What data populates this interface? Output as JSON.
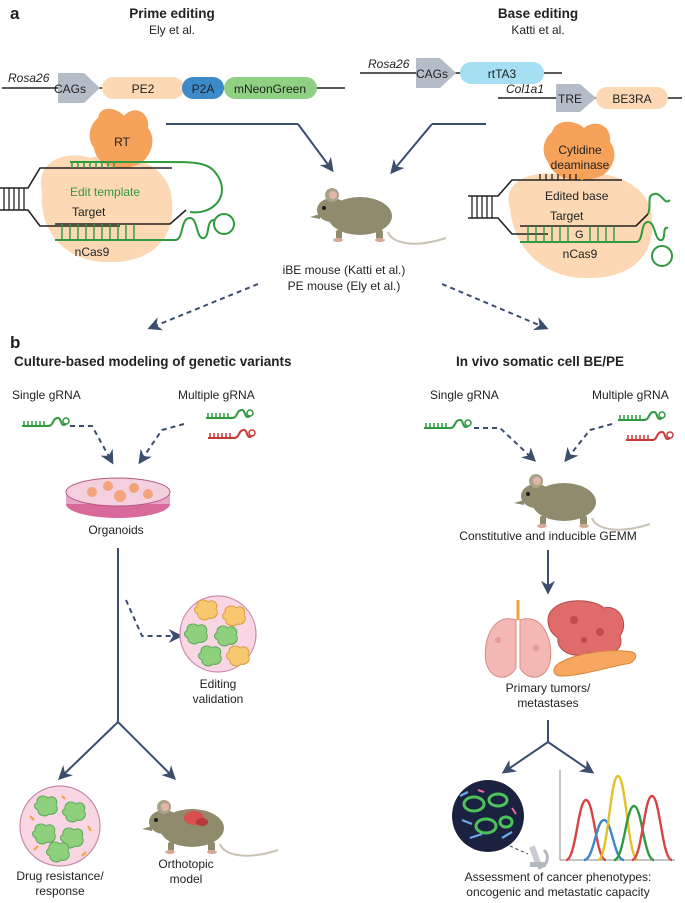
{
  "panel_a": {
    "letter": "a",
    "prime": {
      "title": "Prime editing",
      "citation": "Ely et al.",
      "locus": "Rosa26",
      "promoter": "CAGs",
      "blocks": [
        "PE2",
        "P2A",
        "mNeonGreen"
      ],
      "rt": "RT",
      "edit_template": "Edit template",
      "target": "Target",
      "ncas9": "nCas9"
    },
    "base": {
      "title": "Base editing",
      "citation": "Katti et al.",
      "locus1": "Rosa26",
      "promoter1": "CAGs",
      "block1": "rtTA3",
      "locus2": "Col1a1",
      "promoter2": "TRE",
      "block2": "BE3RA",
      "deaminase_line1": "Cytidine",
      "deaminase_line2": "deaminase",
      "edited_base": "Edited base",
      "target": "Target",
      "base_letter": "G",
      "ncas9": "nCas9"
    },
    "mouse_line1": "iBE mouse (Katti et al.)",
    "mouse_line2": "PE mouse (Ely et al.)"
  },
  "panel_b": {
    "letter": "b",
    "left": {
      "title": "Culture-based modeling of genetic variants",
      "single": "Single gRNA",
      "multiple": "Multiple gRNA",
      "organoids": "Organoids",
      "validation_line1": "Editing",
      "validation_line2": "validation",
      "drug_line1": "Drug resistance/",
      "drug_line2": "response",
      "orthotopic_line1": "Orthotopic",
      "orthotopic_line2": "model"
    },
    "right": {
      "title": "In vivo somatic cell BE/PE",
      "single": "Single gRNA",
      "multiple": "Multiple gRNA",
      "gemm": "Constitutive and inducible GEMM",
      "tumors_line1": "Primary tumors/",
      "tumors_line2": "metastases",
      "assess_line1": "Assessment of cancer phenotypes:",
      "assess_line2": "oncogenic and metastatic capacity"
    }
  },
  "colors": {
    "orange_block": "#fcd8b4",
    "blue_block": "#3d8ac9",
    "green_block": "#8fd082",
    "cyan_block": "#a6def4",
    "gray_arrow": "#b4bcc8",
    "enzyme_orange": "#f6a25a",
    "guide_green": "#2f9a3e",
    "guide_red": "#cc3838",
    "arrow_navy": "#3b4e6e",
    "mouse": "#8f8b6c",
    "dish_pink": "#e9a6c4"
  }
}
